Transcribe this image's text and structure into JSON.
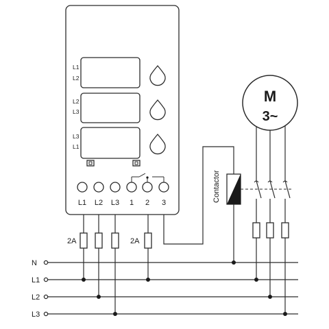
{
  "relay": {
    "displays": [
      {
        "top": "L1",
        "bottom": "L2"
      },
      {
        "top": "L2",
        "bottom": "L3"
      },
      {
        "top": "L3",
        "bottom": "L1"
      }
    ],
    "terminals": [
      "L1",
      "L2",
      "L3",
      "1",
      "2",
      "3"
    ]
  },
  "motor": {
    "line1": "M",
    "line2": "3~"
  },
  "contactor": {
    "label": "Contactor"
  },
  "fuses": {
    "left_label": "2A",
    "right_label": "2A"
  },
  "bus": [
    "N",
    "L1",
    "L2",
    "L3"
  ],
  "colors": {
    "line": "#2b2b2b",
    "background": "#ffffff"
  }
}
